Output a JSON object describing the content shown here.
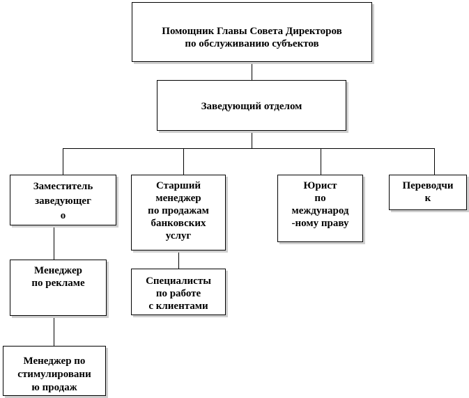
{
  "diagram": {
    "top": "Помощник Главы Совета Директоров\nпо обслуживанию субъектов",
    "head": "Заведующий отделом",
    "deputy": "Заместитель\nзаведующег\nо",
    "senior_manager": "Старший\nменеджер\nпо продажам\nбанковских\nуслуг",
    "lawyer": "Юрист\nпо\nмеждународ\n-ному праву",
    "translator": "Переводчи\nк",
    "ad_manager": "Менеджер\nпо рекламе",
    "specialists": "Специалисты\nпо работе\nс клиентами",
    "promo_manager": "Менеджер по\nстимулировани\nю продаж"
  }
}
